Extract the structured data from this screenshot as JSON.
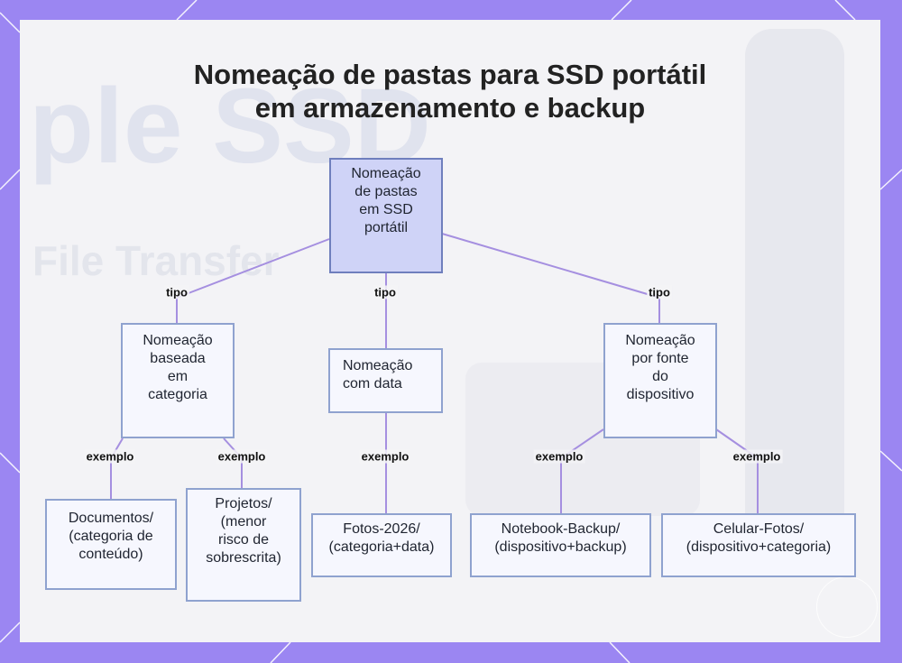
{
  "title_lines": [
    "Nomeação de pastas para SSD portátil",
    "em armazenamento e backup"
  ],
  "background_text": [
    "ple SSD",
    "File Transfer"
  ],
  "colors": {
    "frame": "#9b86f2",
    "panel": "#f3f3f6",
    "root_fill": "#cfd3f7",
    "node_fill": "#f6f7fe",
    "node_border": "#8fa2cf",
    "edge": "#a58fe0"
  },
  "nodes": {
    "root": [
      "Nomeação",
      "de pastas",
      "em SSD",
      "portátil"
    ],
    "cat": [
      "Nomeação",
      "baseada",
      "em",
      "categoria"
    ],
    "date": [
      "Nomeação",
      "com data"
    ],
    "dev": [
      "Nomeação",
      "por fonte",
      "do",
      "dispositivo"
    ],
    "ex_docs": [
      "Documentos/",
      "(categoria de",
      "conteúdo)"
    ],
    "ex_proj": [
      "Projetos/",
      "(menor",
      "risco de",
      "sobrescrita)"
    ],
    "ex_fotos": [
      "Fotos-2026/",
      "(categoria+data)"
    ],
    "ex_note": [
      "Notebook-Backup/",
      "(dispositivo+backup)"
    ],
    "ex_cel": [
      "Celular-Fotos/",
      "(dispositivo+categoria)"
    ]
  },
  "edge_labels": {
    "tipo_cat": "tipo",
    "tipo_date": "tipo",
    "tipo_dev": "tipo",
    "ex_docs": "exemplo",
    "ex_proj": "exemplo",
    "ex_fotos": "exemplo",
    "ex_note": "exemplo",
    "ex_cel": "exemplo"
  }
}
